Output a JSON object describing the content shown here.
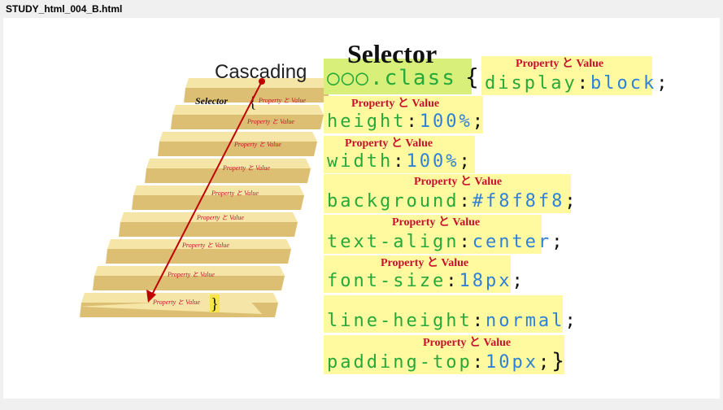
{
  "window": {
    "title": "STUDY_html_004_B.html"
  },
  "heading": {
    "selector": "Selector",
    "cascading": "Cascading"
  },
  "rule": {
    "selector": "○○○.class",
    "open_brace": "{",
    "close_brace": "}",
    "declarations": [
      {
        "property": "display",
        "value": "block",
        "annotation": "Property と Value"
      },
      {
        "property": "height",
        "value": "100%",
        "annotation": "Property と Value"
      },
      {
        "property": "width",
        "value": "100%",
        "annotation": "Property と Value"
      },
      {
        "property": "background",
        "value": "#f8f8f8",
        "annotation": "Property と Value"
      },
      {
        "property": "text-align",
        "value": "center",
        "annotation": "Property と Value"
      },
      {
        "property": "font-size",
        "value": "18px",
        "annotation": "Property と Value"
      },
      {
        "property": "line-height",
        "value": "normal",
        "annotation": ""
      },
      {
        "property": "padding-top",
        "value": "10px",
        "annotation": "Property と Value"
      }
    ]
  },
  "stairs": {
    "top_label": "Selector",
    "brace_open": "{",
    "brace_close": "}",
    "step_label": "Property と Value",
    "step_count": 9
  },
  "colors": {
    "highlight": "#fffaa0",
    "selector_highlight": "#d8f07a",
    "property": "#27a83a",
    "value": "#2f80d8",
    "annotation": "#c8102e",
    "stair_top": "#f5e6a8",
    "stair_face": "#dcbf72",
    "arrow": "#c00000"
  }
}
